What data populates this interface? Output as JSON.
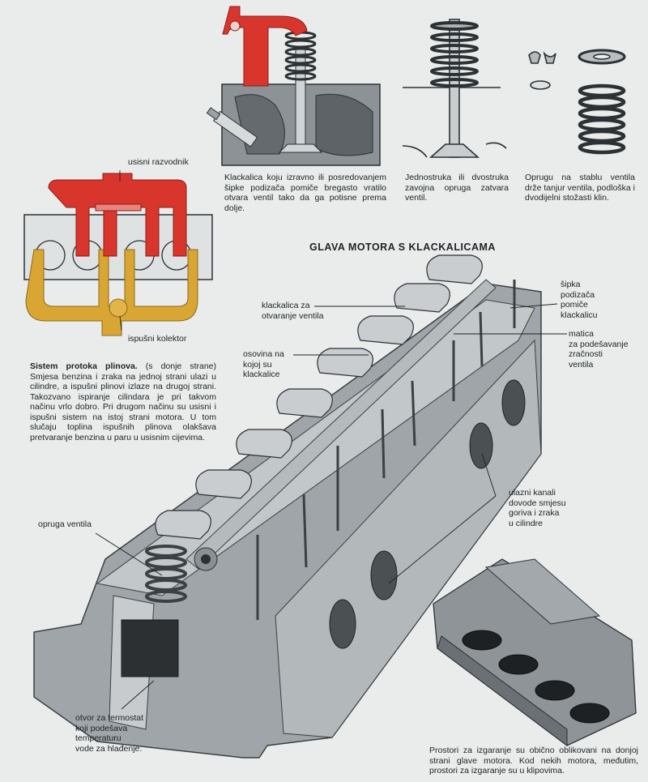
{
  "title": "GLAVA MOTORA S KLACKALICAMA",
  "captions": {
    "rocker_drive": "Klackalica koju izravno ili posredovanjem šipke podizača pomiče bregasto vratilo otvara ventil tako da ga potisne prema dolje.",
    "valve_spring": "Jednostruka ili dvostruka zavojna opruga zatvara ventil.",
    "spring_retainer": "Oprugu na stablu ventila drže tanjur ventila, podloška i dvodijelni stožasti klin.",
    "chambers": "Prostori za izgaranje su obično oblikovani na donjoj strani glave motora. Kod nekih motora, međutim, prostori za izgaranje su u klipovima."
  },
  "gas_flow": {
    "heading": "Sistem protoka plinova.",
    "subheading": "(s donje strane)",
    "body": "Smjesa benzina i zraka na jednoj strani ulazi u cilindre, a ispušni plinovi izlaze na drugoj strani. Takozvano ispiranje cilindara je pri takvom načinu vrlo dobro. Pri drugom načinu su usisni i ispušni sistem na istoj strani motora. U tom slučaju toplina ispušnih plinova olakšava pretvaranje benzina u paru u usisnim cijevima."
  },
  "labels": {
    "intake_manifold": "usisni razvodnik",
    "exhaust_manifold": "ispušni kolektor",
    "rocker": "klackalica za\notvaranje ventila",
    "shaft": "osovina na\nkojoj su\nklackalice",
    "pushrod": "šipka\npodizača\npomiče\nklackalicu",
    "nut": "matica\nza podešavanje\nzračnosti\nventila",
    "intake_ports": "ulazni kanali\ndovode smjesu\ngoriva i zraka\nu cilindre",
    "spring": "opruga ventila",
    "thermostat": "otvor za termostat\nkoji podešava\ntemperaturu\nvode za hlađenje."
  },
  "colors": {
    "intake": "#d8362c",
    "exhaust": "#d9a533",
    "metal": "#b8bdc0",
    "metal_dark": "#6f7579",
    "block": "#dfe2e3"
  }
}
